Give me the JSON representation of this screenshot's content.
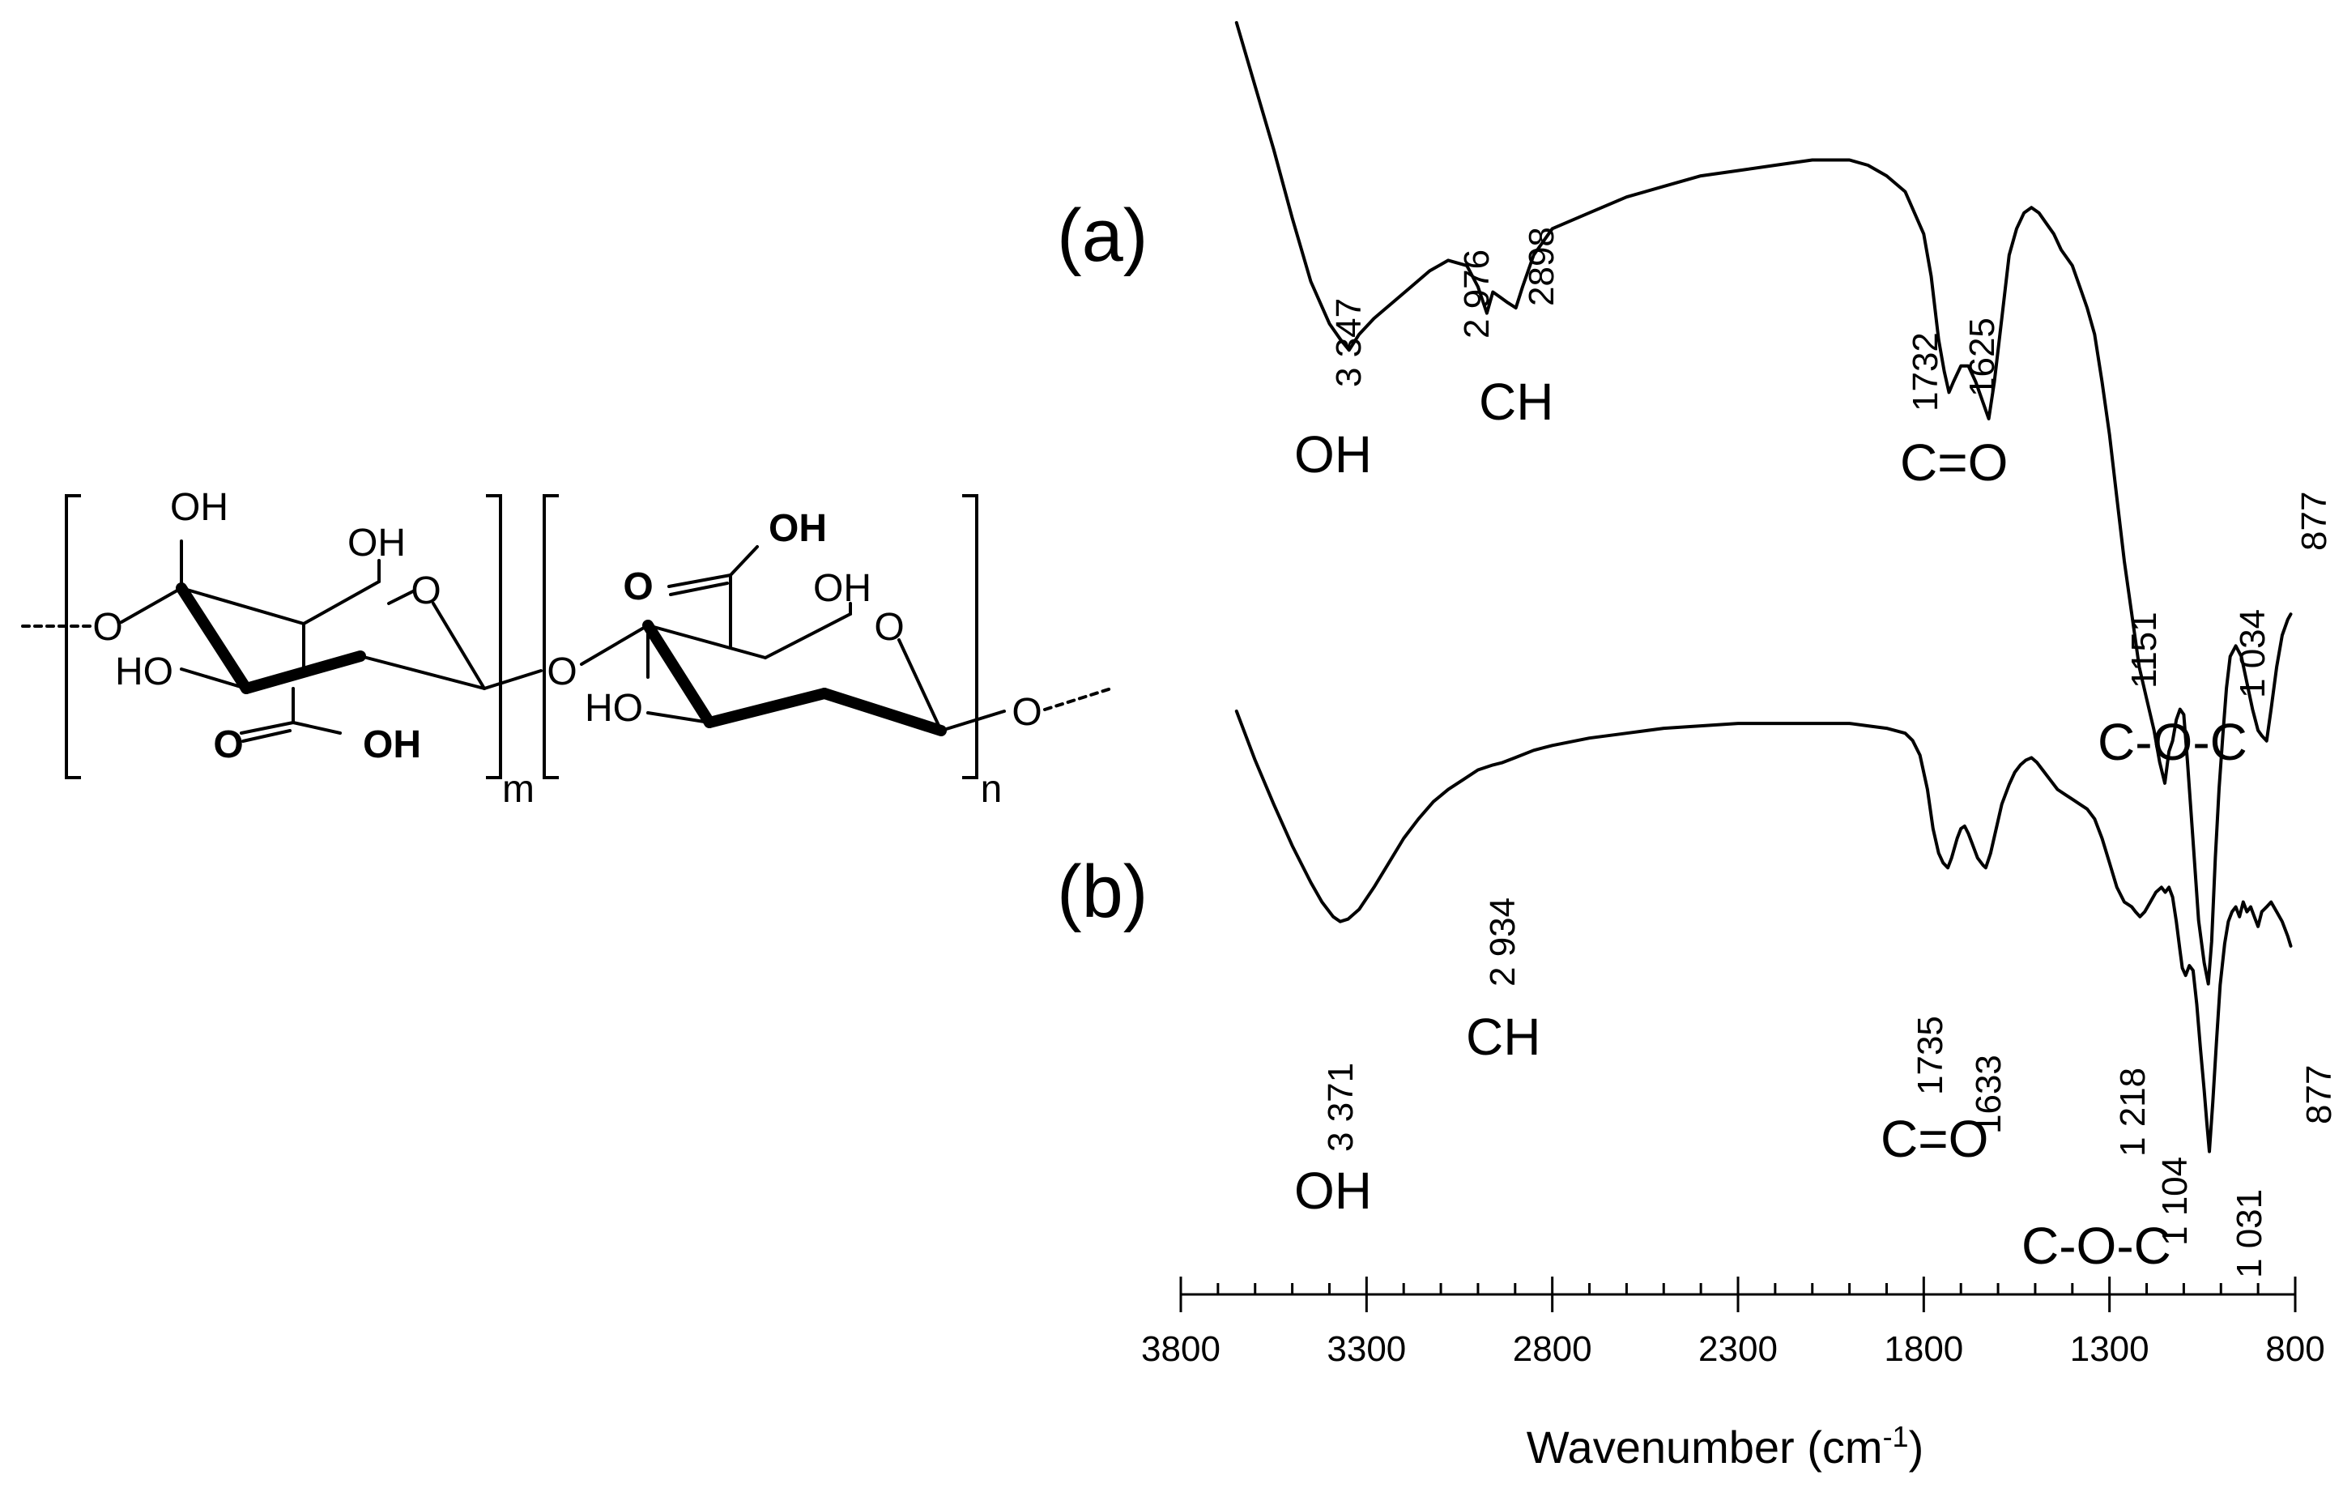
{
  "structure": {
    "atoms": {
      "oh_top": "OH",
      "oh_ring1": "OH",
      "o_ring1": "O",
      "o_link_left": "O",
      "ho_left1": "HO",
      "o_carbonyl1": "O",
      "oh_carboxyl1": "OH",
      "o_glycosidic": "O",
      "o_carbonyl2": "O",
      "oh_carboxyl2": "OH",
      "oh_ring2": "OH",
      "o_ring2": "O",
      "ho_left2": "HO",
      "o_link_right": "O"
    },
    "repeat_m": "m",
    "repeat_n": "n"
  },
  "panels": {
    "a": "(a)",
    "b": "(b)"
  },
  "annotations": {
    "a": {
      "oh_peak": "3 347",
      "ch_peak1": "2 976",
      "ch_peak2": "2898",
      "co_peak1": "1732",
      "co_peak2": "1625",
      "coc_peak1": "1151",
      "coc_peak2": "1 034",
      "peak_877": "877",
      "oh": "OH",
      "ch": "CH",
      "co": "C=O",
      "coc": "C-O-C"
    },
    "b": {
      "oh_peak": "3 371",
      "ch_peak": "2 934",
      "co_peak1": "1735",
      "co_peak2": "1633",
      "coc_peak1": "1 218",
      "coc_peak2": "1 104",
      "coc_peak3": "1 031",
      "peak_877": "877",
      "oh": "OH",
      "ch": "CH",
      "co": "C=O",
      "coc": "C-O-C"
    }
  },
  "chart_data": {
    "type": "line",
    "xlabel": "Wavenumber (cm",
    "xlabel_sup": "-1",
    "xlabel_close": ")",
    "ylabel": "",
    "xlim": [
      3800,
      800
    ],
    "x_reversed": true,
    "xticks": [
      3800,
      3300,
      2800,
      2300,
      1800,
      1300,
      800
    ],
    "y_axis_shown": false,
    "y_units": "relative transmittance, 0-100 per panel (no y axis drawn)",
    "series": [
      {
        "name": "(a)",
        "points": [
          [
            3650,
            100
          ],
          [
            3600,
            88
          ],
          [
            3550,
            76
          ],
          [
            3500,
            63
          ],
          [
            3450,
            51
          ],
          [
            3400,
            43
          ],
          [
            3370,
            40
          ],
          [
            3347,
            38
          ],
          [
            3320,
            41
          ],
          [
            3280,
            44
          ],
          [
            3230,
            47
          ],
          [
            3180,
            50
          ],
          [
            3130,
            53
          ],
          [
            3080,
            55
          ],
          [
            3030,
            54
          ],
          [
            3000,
            50
          ],
          [
            2976,
            45
          ],
          [
            2960,
            49
          ],
          [
            2940,
            48
          ],
          [
            2920,
            47
          ],
          [
            2898,
            46
          ],
          [
            2880,
            50
          ],
          [
            2850,
            56
          ],
          [
            2800,
            61
          ],
          [
            2700,
            64
          ],
          [
            2600,
            67
          ],
          [
            2500,
            69
          ],
          [
            2400,
            71
          ],
          [
            2300,
            72
          ],
          [
            2200,
            73
          ],
          [
            2100,
            74
          ],
          [
            2000,
            74
          ],
          [
            1950,
            73
          ],
          [
            1900,
            71
          ],
          [
            1850,
            68
          ],
          [
            1800,
            60
          ],
          [
            1780,
            52
          ],
          [
            1760,
            40
          ],
          [
            1745,
            34
          ],
          [
            1732,
            30
          ],
          [
            1720,
            32
          ],
          [
            1700,
            35
          ],
          [
            1680,
            35
          ],
          [
            1660,
            32
          ],
          [
            1640,
            28
          ],
          [
            1625,
            25
          ],
          [
            1610,
            32
          ],
          [
            1590,
            44
          ],
          [
            1570,
            56
          ],
          [
            1550,
            61
          ],
          [
            1530,
            64
          ],
          [
            1510,
            65
          ],
          [
            1490,
            64
          ],
          [
            1470,
            62
          ],
          [
            1450,
            60
          ],
          [
            1430,
            57
          ],
          [
            1400,
            54
          ],
          [
            1380,
            50
          ],
          [
            1360,
            46
          ],
          [
            1340,
            41
          ],
          [
            1320,
            32
          ],
          [
            1300,
            22
          ],
          [
            1280,
            10
          ],
          [
            1260,
            -2
          ],
          [
            1240,
            -12
          ],
          [
            1220,
            -22
          ],
          [
            1200,
            -28
          ],
          [
            1180,
            -34
          ],
          [
            1165,
            -40
          ],
          [
            1151,
            -44
          ],
          [
            1140,
            -38
          ],
          [
            1130,
            -36
          ],
          [
            1120,
            -32
          ],
          [
            1110,
            -30
          ],
          [
            1100,
            -31
          ],
          [
            1090,
            -40
          ],
          [
            1075,
            -55
          ],
          [
            1060,
            -70
          ],
          [
            1045,
            -78
          ],
          [
            1034,
            -82
          ],
          [
            1025,
            -74
          ],
          [
            1015,
            -58
          ],
          [
            1005,
            -45
          ],
          [
            995,
            -35
          ],
          [
            985,
            -26
          ],
          [
            975,
            -20
          ],
          [
            960,
            -18
          ],
          [
            945,
            -20
          ],
          [
            930,
            -25
          ],
          [
            915,
            -30
          ],
          [
            900,
            -34
          ],
          [
            890,
            -35
          ],
          [
            877,
            -36
          ],
          [
            865,
            -30
          ],
          [
            850,
            -22
          ],
          [
            835,
            -16
          ],
          [
            820,
            -13
          ],
          [
            812,
            -12
          ]
        ]
      },
      {
        "name": "(b)",
        "points": [
          [
            3650,
            100
          ],
          [
            3600,
            80
          ],
          [
            3550,
            62
          ],
          [
            3500,
            45
          ],
          [
            3450,
            30
          ],
          [
            3420,
            22
          ],
          [
            3390,
            16
          ],
          [
            3371,
            14
          ],
          [
            3350,
            15
          ],
          [
            3320,
            19
          ],
          [
            3280,
            28
          ],
          [
            3240,
            38
          ],
          [
            3200,
            48
          ],
          [
            3160,
            56
          ],
          [
            3120,
            63
          ],
          [
            3080,
            68
          ],
          [
            3040,
            72
          ],
          [
            3000,
            76
          ],
          [
            2960,
            78
          ],
          [
            2934,
            79
          ],
          [
            2900,
            81
          ],
          [
            2850,
            84
          ],
          [
            2800,
            86
          ],
          [
            2700,
            89
          ],
          [
            2600,
            91
          ],
          [
            2500,
            93
          ],
          [
            2400,
            94
          ],
          [
            2300,
            95
          ],
          [
            2200,
            95
          ],
          [
            2100,
            95
          ],
          [
            2000,
            95
          ],
          [
            1950,
            94
          ],
          [
            1900,
            93
          ],
          [
            1850,
            91
          ],
          [
            1830,
            88
          ],
          [
            1810,
            82
          ],
          [
            1790,
            68
          ],
          [
            1775,
            52
          ],
          [
            1760,
            42
          ],
          [
            1748,
            38
          ],
          [
            1735,
            36
          ],
          [
            1725,
            40
          ],
          [
            1710,
            48
          ],
          [
            1700,
            52
          ],
          [
            1690,
            53
          ],
          [
            1680,
            50
          ],
          [
            1670,
            46
          ],
          [
            1655,
            40
          ],
          [
            1640,
            37
          ],
          [
            1633,
            36
          ],
          [
            1620,
            42
          ],
          [
            1605,
            52
          ],
          [
            1590,
            62
          ],
          [
            1570,
            70
          ],
          [
            1555,
            75
          ],
          [
            1540,
            78
          ],
          [
            1525,
            80
          ],
          [
            1510,
            81
          ],
          [
            1495,
            79
          ],
          [
            1480,
            76
          ],
          [
            1460,
            72
          ],
          [
            1440,
            68
          ],
          [
            1420,
            66
          ],
          [
            1400,
            64
          ],
          [
            1380,
            62
          ],
          [
            1360,
            60
          ],
          [
            1340,
            56
          ],
          [
            1320,
            48
          ],
          [
            1300,
            38
          ],
          [
            1280,
            28
          ],
          [
            1260,
            22
          ],
          [
            1240,
            20
          ],
          [
            1230,
            18
          ],
          [
            1218,
            16
          ],
          [
            1205,
            18
          ],
          [
            1190,
            22
          ],
          [
            1175,
            26
          ],
          [
            1160,
            28
          ],
          [
            1150,
            26
          ],
          [
            1140,
            28
          ],
          [
            1130,
            24
          ],
          [
            1120,
            14
          ],
          [
            1110,
            2
          ],
          [
            1104,
            -5
          ],
          [
            1095,
            -8
          ],
          [
            1085,
            -4
          ],
          [
            1075,
            -6
          ],
          [
            1065,
            -20
          ],
          [
            1055,
            -38
          ],
          [
            1045,
            -55
          ],
          [
            1038,
            -68
          ],
          [
            1031,
            -80
          ],
          [
            1022,
            -60
          ],
          [
            1012,
            -35
          ],
          [
            1002,
            -12
          ],
          [
            990,
            5
          ],
          [
            980,
            14
          ],
          [
            970,
            18
          ],
          [
            960,
            20
          ],
          [
            950,
            16
          ],
          [
            940,
            22
          ],
          [
            930,
            18
          ],
          [
            920,
            20
          ],
          [
            910,
            16
          ],
          [
            900,
            12
          ],
          [
            890,
            18
          ],
          [
            877,
            20
          ],
          [
            865,
            22
          ],
          [
            850,
            18
          ],
          [
            835,
            14
          ],
          [
            820,
            8
          ],
          [
            812,
            4
          ]
        ]
      }
    ]
  }
}
